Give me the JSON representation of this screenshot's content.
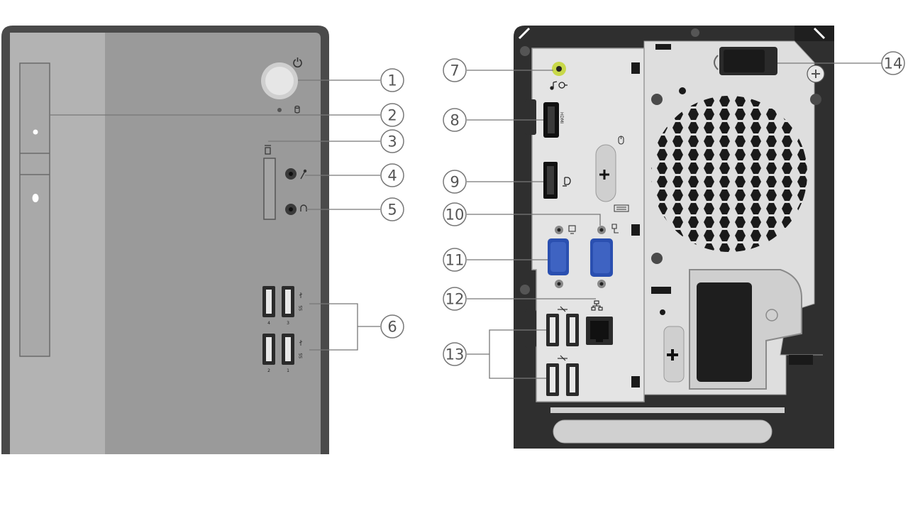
{
  "callouts": {
    "c1": "1",
    "c2": "2",
    "c3": "3",
    "c4": "4",
    "c5": "5",
    "c6": "6",
    "c7": "7",
    "c8": "8",
    "c9": "9",
    "c10": "10",
    "c11": "11",
    "c12": "12",
    "c13": "13",
    "c14": "14"
  },
  "usb_numbers": {
    "u1": "1",
    "u2": "2",
    "u3": "3",
    "u4": "4"
  },
  "port_labels": {
    "usb_ss": "SS",
    "hdmi": "HDMI"
  },
  "colors": {
    "case_dark": "#4a4a4a",
    "front_light": "#b3b3b3",
    "front_mid": "#9a9a9a",
    "io_plate": "#e4e4e4",
    "vga_blue": "#2a4fb0",
    "audio_lime": "#c8d84a",
    "callout_stroke": "#777777"
  },
  "icons": [
    "power-icon",
    "hdd-icon",
    "card-reader-icon",
    "microphone-icon",
    "headphone-icon",
    "usb-icon",
    "mouse-icon",
    "keyboard-icon",
    "ethernet-icon",
    "monitor-icon",
    "displayport-icon",
    "audio-out-icon",
    "serial-icon"
  ]
}
